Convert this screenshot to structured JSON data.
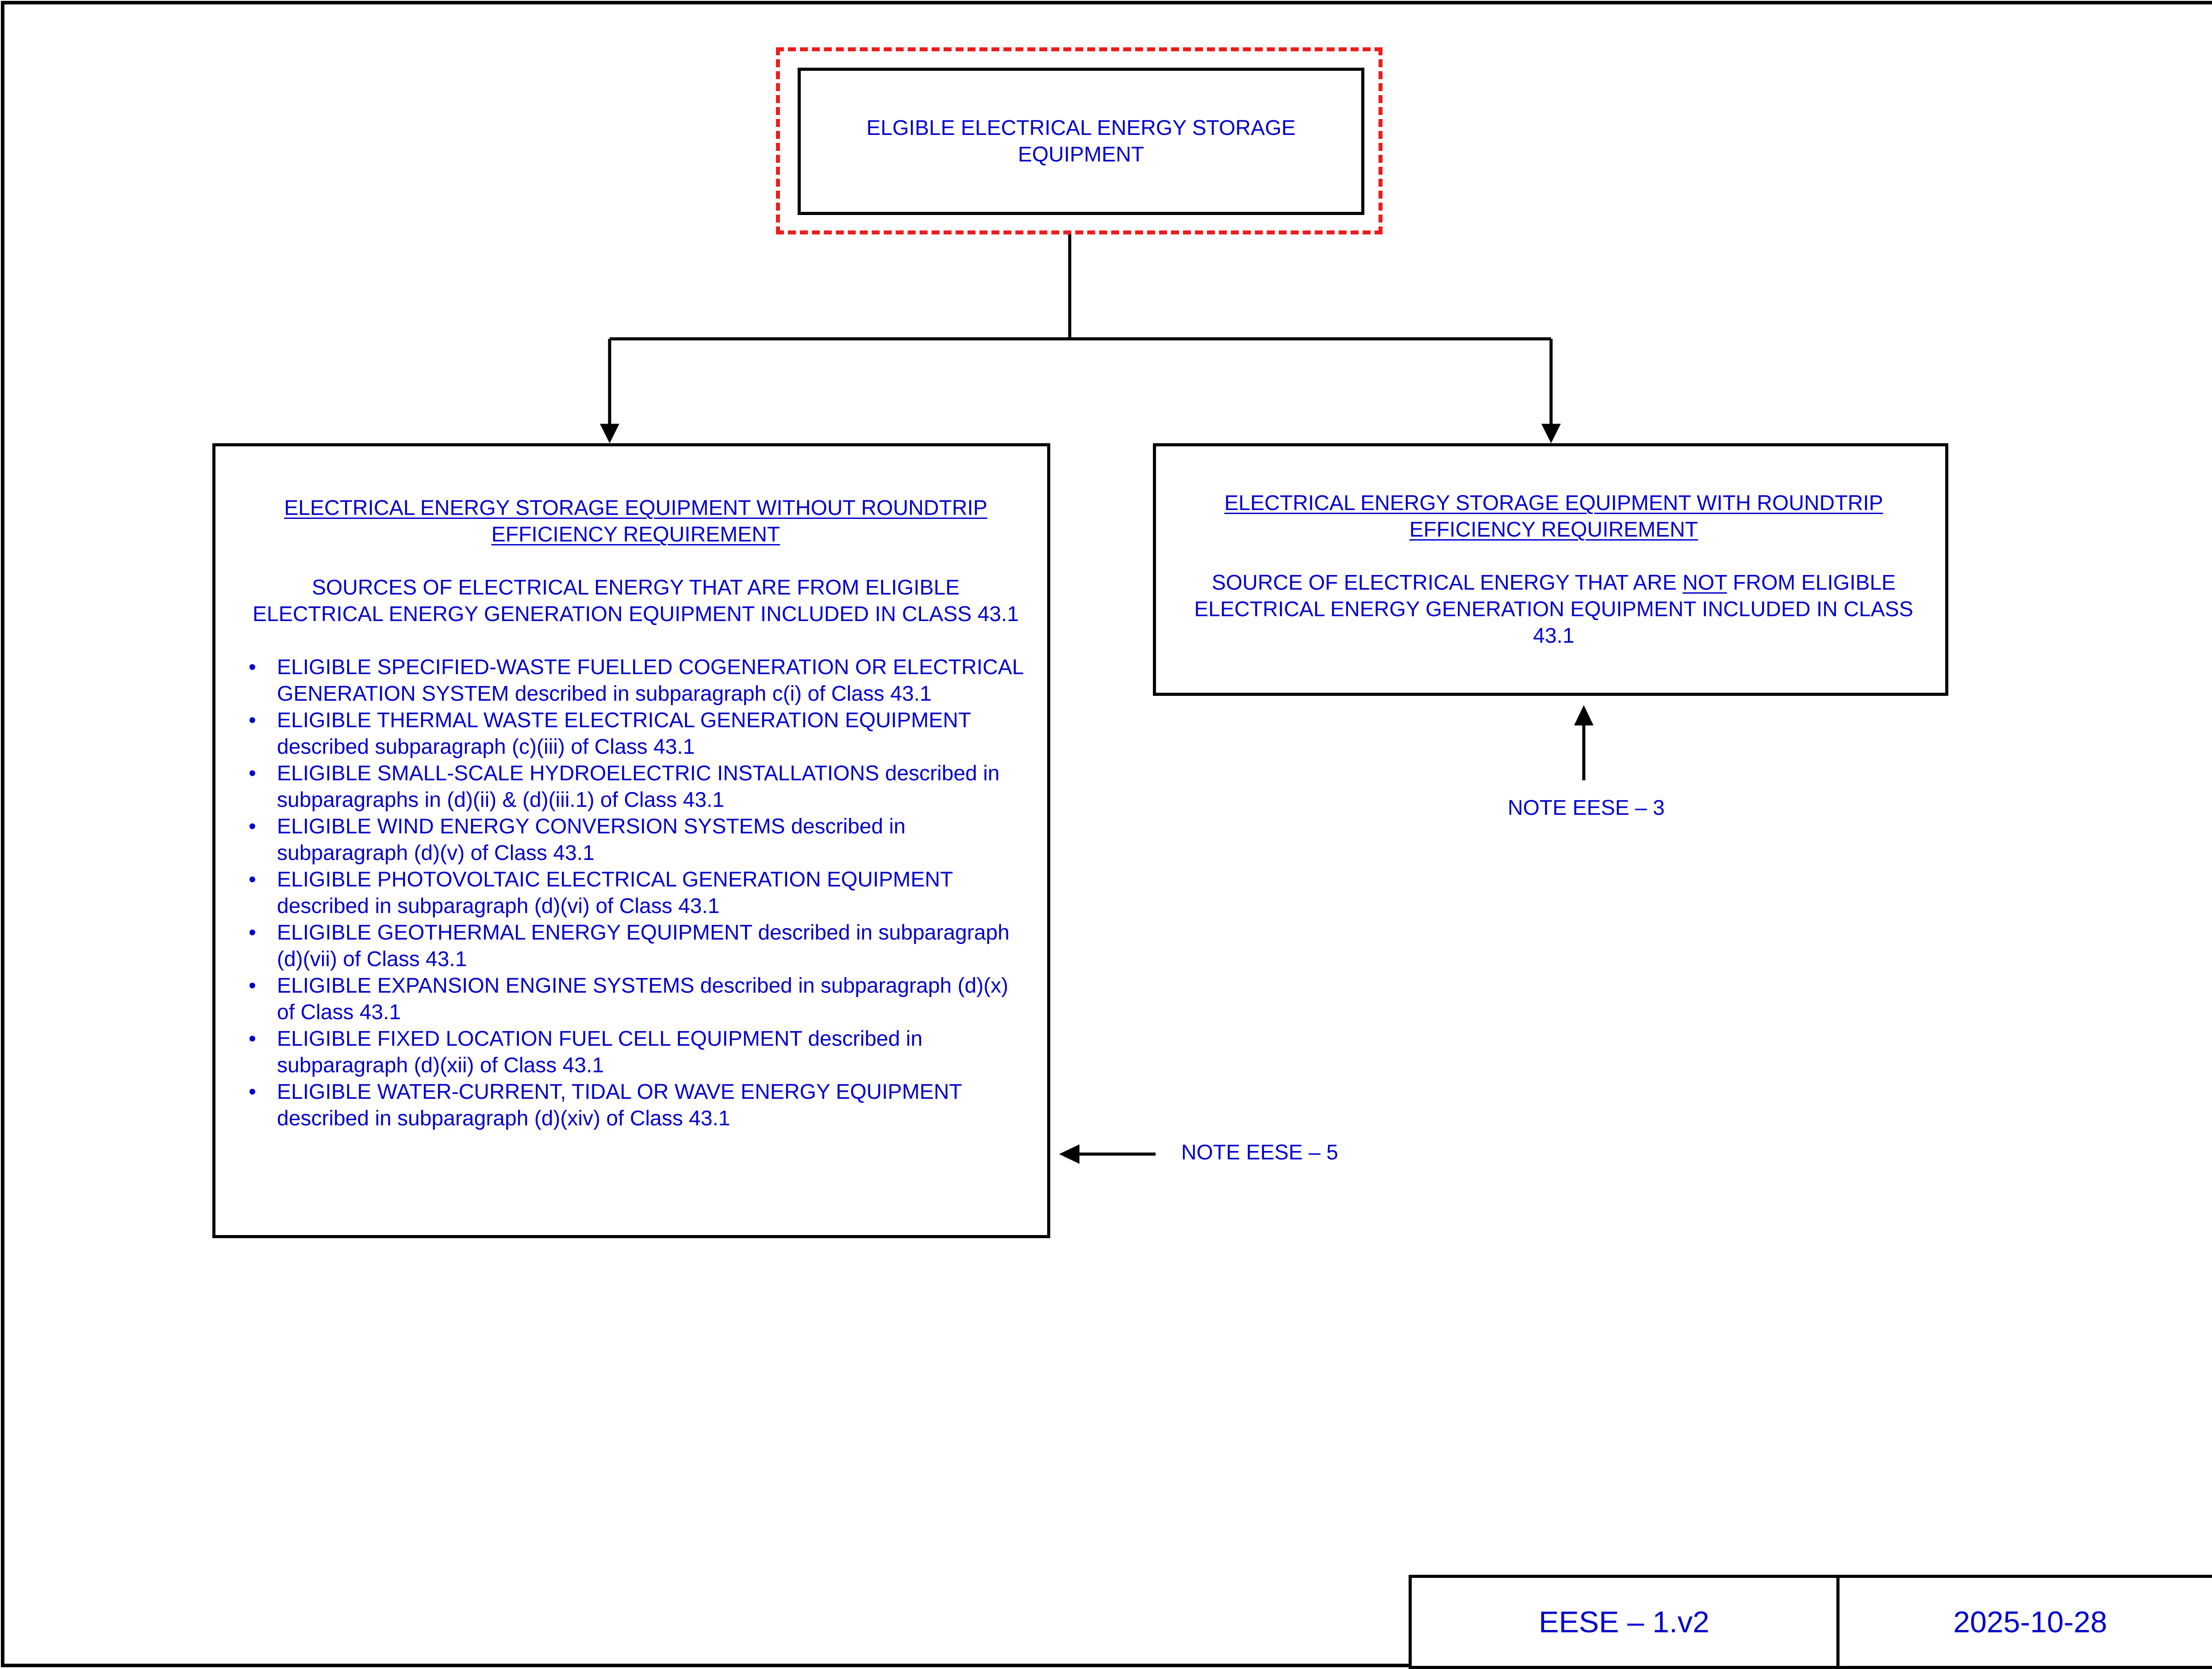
{
  "root": {
    "title": "ELGIBLE ELECTRICAL ENERGY STORAGE EQUIPMENT"
  },
  "left": {
    "heading": "ELECTRICAL ENERGY STORAGE EQUIPMENT WITHOUT ROUNDTRIP EFFICIENCY REQUIREMENT",
    "subheading": "SOURCES OF ELECTRICAL ENERGY THAT ARE FROM ELIGIBLE ELECTRICAL ENERGY GENERATION EQUIPMENT INCLUDED IN CLASS 43.1",
    "items": [
      {
        "caps": "ELIGIBLE SPECIFIED-WASTE FUELLED COGENERATION OR ELECTRICAL GENERATION SYSTEM",
        "desc": "described in subparagraph c(i) of Class 43.1"
      },
      {
        "caps": "ELIGIBLE THERMAL WASTE ELECTRICAL GENERATION EQUIPMENT",
        "desc": "described subparagraph (c)(iii) of Class 43.1"
      },
      {
        "caps": "ELIGIBLE SMALL-SCALE HYDROELECTRIC INSTALLATIONS",
        "desc": "described in subparagraphs in (d)(ii) & (d)(iii.1) of Class 43.1"
      },
      {
        "caps": "ELIGIBLE WIND ENERGY CONVERSION SYSTEMS",
        "desc": "described in subparagraph (d)(v) of Class 43.1"
      },
      {
        "caps": "ELIGIBLE PHOTOVOLTAIC ELECTRICAL GENERATION EQUIPMENT",
        "desc": "described in subparagraph (d)(vi) of Class 43.1"
      },
      {
        "caps": "ELIGIBLE GEOTHERMAL ENERGY EQUIPMENT",
        "desc": "described in subparagraph (d)(vii) of Class 43.1"
      },
      {
        "caps": "ELIGIBLE EXPANSION ENGINE SYSTEMS",
        "desc": "described in subparagraph (d)(x) of Class 43.1"
      },
      {
        "caps": "ELIGIBLE FIXED LOCATION FUEL CELL EQUIPMENT",
        "desc": "described in subparagraph (d)(xii) of Class 43.1"
      },
      {
        "caps": "ELIGIBLE WATER-CURRENT, TIDAL OR WAVE ENERGY EQUIPMENT",
        "desc": "described in subparagraph (d)(xiv) of Class 43.1"
      }
    ]
  },
  "right": {
    "heading": "ELECTRICAL ENERGY STORAGE EQUIPMENT WITH ROUNDTRIP EFFICIENCY REQUIREMENT",
    "sub_before": "SOURCE OF ELECTRICAL ENERGY THAT ARE ",
    "sub_emph": "NOT",
    "sub_after": " FROM ELIGIBLE ELECTRICAL ENERGY GENERATION EQUIPMENT INCLUDED IN CLASS 43.1"
  },
  "notes": {
    "note3": "NOTE EESE – 3",
    "note5": "NOTE EESE – 5"
  },
  "footer": {
    "code": "EESE – 1.v2",
    "date": "2025-10-28"
  },
  "colors": {
    "text": "#0000cc",
    "highlight": "#ee1c1c",
    "line": "#000000"
  }
}
